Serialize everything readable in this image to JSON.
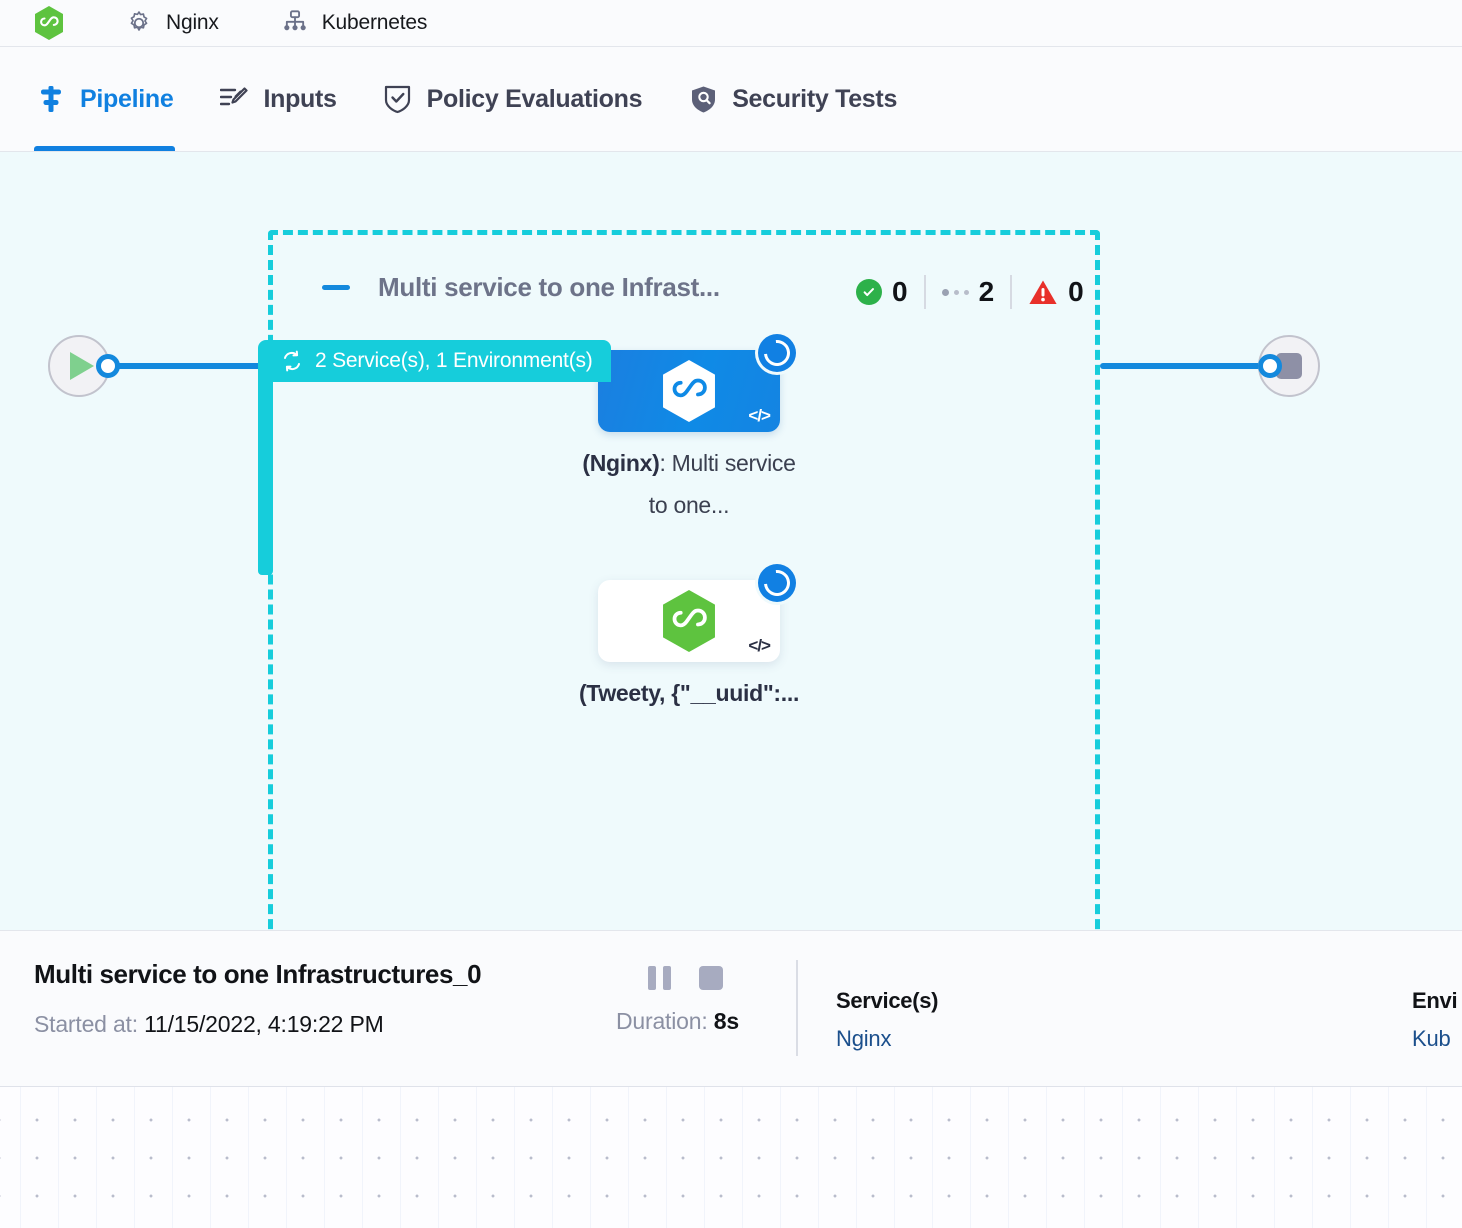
{
  "breadcrumb": {
    "items": [
      {
        "icon": "harness-hexagon-logo",
        "label": ""
      },
      {
        "icon": "gear-icon",
        "label": "Nginx"
      },
      {
        "icon": "sitemap-icon",
        "label": "Kubernetes"
      }
    ]
  },
  "tabs": [
    {
      "id": "pipeline",
      "label": "Pipeline",
      "icon": "pipeline-icon",
      "active": true
    },
    {
      "id": "inputs",
      "label": "Inputs",
      "icon": "inputs-pencil-icon",
      "active": false
    },
    {
      "id": "policy",
      "label": "Policy Evaluations",
      "icon": "shield-check-icon",
      "active": false
    },
    {
      "id": "security",
      "label": "Security Tests",
      "icon": "shield-scan-icon",
      "active": false
    }
  ],
  "pipeline": {
    "group_tab_label": "2 Service(s), 1 Environment(s)",
    "group_tab_icon": "loop-arrows-icon",
    "stage": {
      "collapse_icon": "collapse-dash-icon",
      "title": "Multi service to one Infrast...",
      "counters": [
        {
          "id": "success",
          "icon": "check-circle-icon",
          "value": "0"
        },
        {
          "id": "pending",
          "icon": "pending-dots-icon",
          "value": "2"
        },
        {
          "id": "error",
          "icon": "warning-triangle-icon",
          "value": "0"
        }
      ]
    },
    "start_node": {
      "icon": "play-icon",
      "name": "start-node"
    },
    "end_node": {
      "icon": "stop-icon",
      "name": "end-node"
    },
    "nodes": [
      {
        "id": "nginx-node",
        "style": "blue",
        "logo": "harness-hexagon-white",
        "status_icon": "loading-spinner-icon",
        "code_icon": "code-brackets-icon",
        "label_bold": "(Nginx)",
        "label_rest": ": Multi service to one...",
        "all_bold": false
      },
      {
        "id": "tweety-node",
        "style": "white",
        "logo": "harness-hexagon-green",
        "status_icon": "loading-spinner-icon",
        "code_icon": "code-brackets-icon",
        "label_bold": "(Tweety, {\"__uuid\":...",
        "label_rest": "",
        "all_bold": true
      }
    ]
  },
  "detail": {
    "title": "Multi service to one Infrastructures_0",
    "started_label": "Started at:",
    "started_value": "11/15/2022, 4:19:22 PM",
    "pause_icon": "pause-icon",
    "stop_icon": "stop-icon",
    "duration_label": "Duration:",
    "duration_value": "8s",
    "services": {
      "head": "Service(s)",
      "value": "Nginx"
    },
    "environments": {
      "head": "Envi",
      "value": "Kub"
    }
  },
  "colors": {
    "accent_blue": "#1080e0",
    "group_cyan": "#16cddb",
    "canvas_bg": "#effafc",
    "success_green": "#2db14a",
    "error_red": "#e8302a",
    "node_green": "#5ec33f"
  }
}
